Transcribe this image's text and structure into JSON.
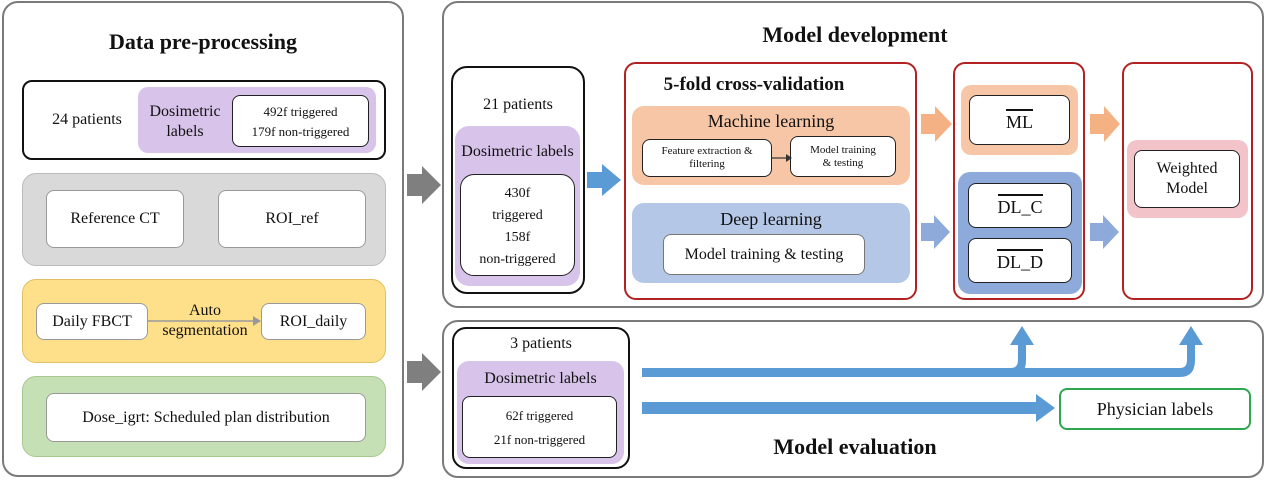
{
  "preprocessing": {
    "title": "Data pre-processing",
    "patients_box": {
      "patients": "24 patients",
      "labels": "Dosimetric labels",
      "triggered": "492f triggered",
      "non_triggered": "179f non-triggered"
    },
    "reference_ct": "Reference CT",
    "roi_ref": "ROI_ref",
    "daily_fbct": "Daily FBCT",
    "auto_segmentation": "Auto segmentation",
    "roi_daily": "ROI_daily",
    "dose_igrt": "Dose_igrt: Scheduled plan distribution"
  },
  "development": {
    "title": "Model development",
    "patients": "21 patients",
    "labels": "Dosimetric labels",
    "counts": [
      "430f",
      "triggered",
      "158f",
      "non-triggered"
    ],
    "cv_title": "5-fold cross-validation",
    "ml_title": "Machine learning",
    "feature_box": "Feature extraction & filtering",
    "model_box": "Model training & testing",
    "dl_title": "Deep learning",
    "dl_box": "Model training & testing",
    "ml_out": "ML",
    "dl_c": "DL_C",
    "dl_d": "DL_D",
    "weighted": "Weighted Model"
  },
  "evaluation": {
    "title": "Model evaluation",
    "patients": "3 patients",
    "labels": "Dosimetric labels",
    "triggered": "62f triggered",
    "non_triggered": "21f non-triggered",
    "physician": "Physician labels"
  },
  "colors": {
    "purple": "#d8c3ea",
    "orange": "#f6c6a6",
    "blue_light": "#b4c7e7",
    "blue_dark": "#8eaadb",
    "gray": "#d9d9d9",
    "yellow": "#ffe08a",
    "green": "#c5e0b4",
    "pink": "#f2c4c9",
    "arrow_blue": "#5b9bd5",
    "arrow_orange": "#f4b183",
    "arrow_gray": "#7f7f7f",
    "red_border": "#b22222",
    "green_border": "#2ea84f"
  }
}
